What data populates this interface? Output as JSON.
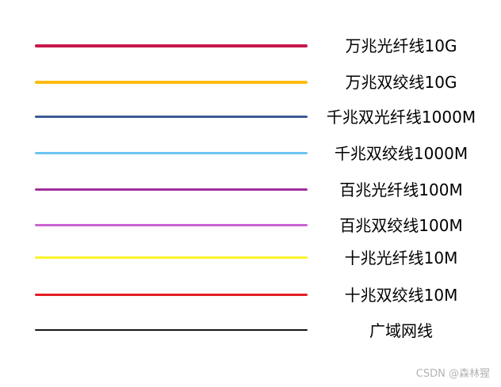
{
  "legend": {
    "items": [
      {
        "label": "万兆光纤线10G",
        "color": "#c8184d"
      },
      {
        "label": "万兆双绞线10G",
        "color": "#fbbd11"
      },
      {
        "label": "千兆双光纤线1000M",
        "color": "#3a5a95"
      },
      {
        "label": "千兆双绞线1000M",
        "color": "#6cc3f1"
      },
      {
        "label": "百兆光纤线100M",
        "color": "#a2309c"
      },
      {
        "label": "百兆双绞线100M",
        "color": "#ca64d4"
      },
      {
        "label": "十兆光纤线10M",
        "color": "#fcf42a"
      },
      {
        "label": "十兆双绞线10M",
        "color": "#e41e24"
      },
      {
        "label": "广域网线",
        "color": "#161616"
      }
    ]
  },
  "watermark": "CSDN @森林猩"
}
